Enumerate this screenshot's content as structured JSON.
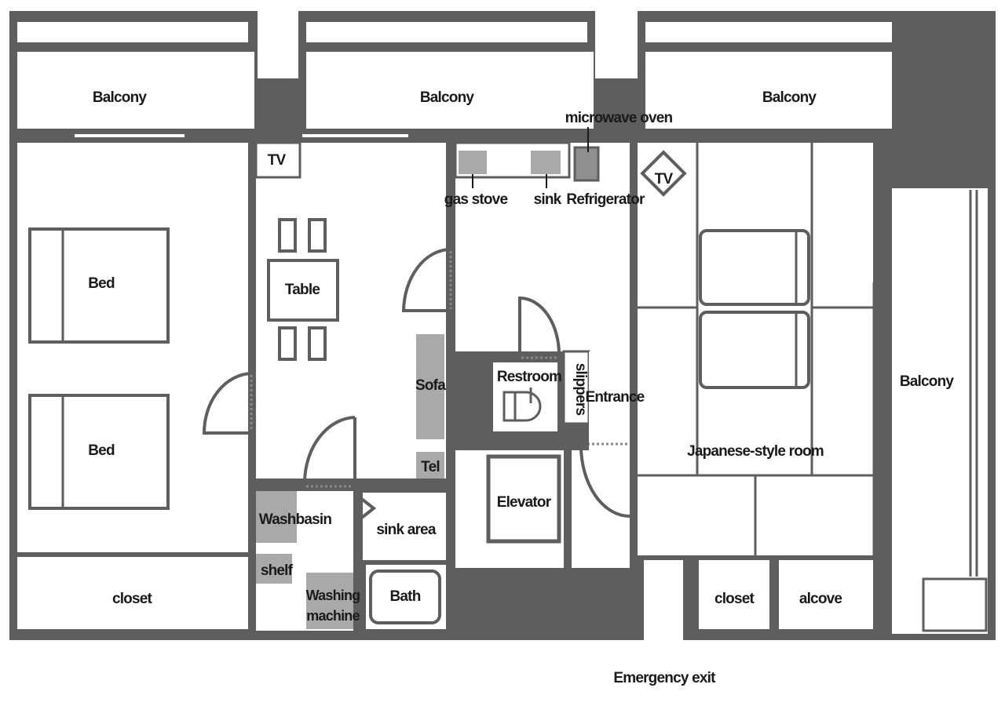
{
  "labels": {
    "balcony_left": "Balcony",
    "balcony_center": "Balcony",
    "balcony_right_top": "Balcony",
    "balcony_right": "Balcony",
    "microwave": "microwave oven",
    "tv_dining": "TV",
    "tv_japanese": "TV",
    "gas_stove": "gas stove",
    "sink": "sink",
    "refrigerator": "Refrigerator",
    "bed_1": "Bed",
    "bed_2": "Bed",
    "table": "Table",
    "sofa": "Sofa",
    "tel": "Tel",
    "restroom": "Restroom",
    "slippers": "slippers",
    "entrance": "Entrance",
    "japanese_room": "Japanese-style room",
    "elevator": "Elevator",
    "washbasin": "Washbasin",
    "sink_area": "sink area",
    "shelf": "shelf",
    "washing_machine_1": "Washing",
    "washing_machine_2": "machine",
    "bath": "Bath",
    "closet_left": "closet",
    "closet_right": "closet",
    "alcove": "alcove",
    "emergency_exit": "Emergency exit"
  }
}
